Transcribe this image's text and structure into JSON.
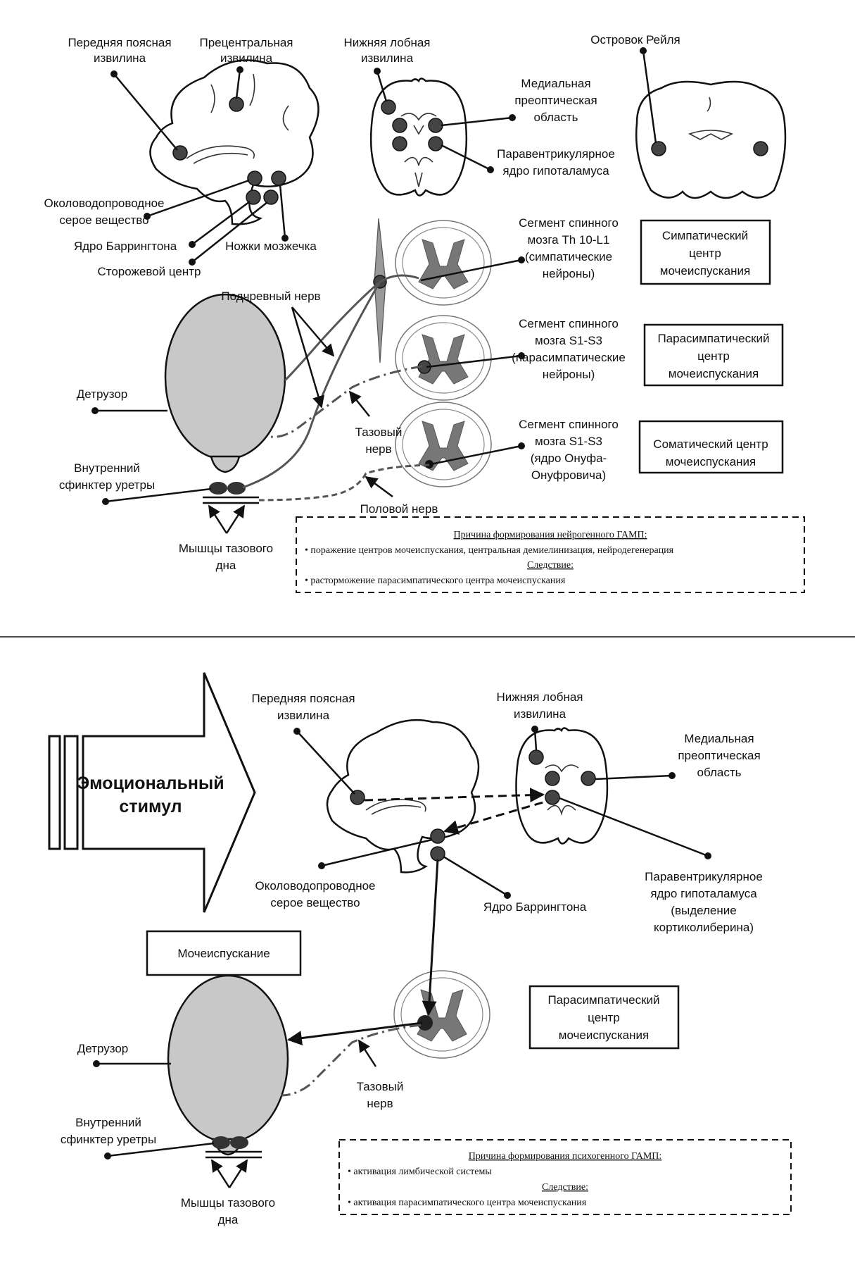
{
  "top": {
    "labels": {
      "anterior_cingulate": [
        "Передняя поясная",
        "извилина"
      ],
      "precentral": [
        "Прецентральная",
        "извилина"
      ],
      "inferior_frontal": [
        "Нижняя лобная",
        "извилина"
      ],
      "insula": "Островок Рейля",
      "medial_preoptic": [
        "Медиальная",
        "преоптическая",
        "область"
      ],
      "paraventricular": [
        "Паравентрикулярное",
        "ядро гипоталамуса"
      ],
      "periaqueductal": [
        "Околоводопроводное",
        "серое вещество"
      ],
      "barrington": "Ядро Баррингтона",
      "cerebellar_peduncles": "Ножки мозжечка",
      "guard_center": "Сторожевой центр",
      "hypogastric_nerve": "Подчревный нерв",
      "detrusor": "Детрузор",
      "internal_sphincter": [
        "Внутренний",
        "сфинктер уретры"
      ],
      "pelvic_floor": [
        "Мышцы тазового",
        "дна"
      ],
      "pelvic_nerve": [
        "Тазовый",
        "нерв"
      ],
      "pudendal_nerve": "Половой нерв",
      "segment_th": [
        "Сегмент спинного",
        "мозга Th 10-L1",
        "(симпатические",
        "нейроны)"
      ],
      "segment_s_para": [
        "Сегмент спинного",
        "мозга S1-S3",
        "(парасимпатические",
        "нейроны)"
      ],
      "segment_s_onuf": [
        "Сегмент спинного",
        "мозга S1-S3",
        "(ядро Онуфа-",
        "Онуфровича)"
      ]
    },
    "boxes": {
      "sympathetic": [
        "Симпатический",
        "центр",
        "мочеиспускания"
      ],
      "parasympathetic": [
        "Парасимпатический",
        "центр",
        "мочеиспускания"
      ],
      "somatic": [
        "Соматический центр",
        "мочеиспускания"
      ]
    },
    "note": {
      "cause_title": "Причина формирования нейрогенного ГАМП:",
      "cause_item": "• поражение центров мочеиспускания, центральная демиелинизация, нейродегенерация",
      "effect_title": "Следствие:",
      "effect_item": "• расторможение парасимпатического центра мочеиспускания"
    }
  },
  "bottom": {
    "arrow_text": [
      "Эмоциональный",
      "стимул"
    ],
    "labels": {
      "anterior_cingulate": [
        "Передняя поясная",
        "извилина"
      ],
      "inferior_frontal": [
        "Нижняя лобная",
        "извилина"
      ],
      "medial_preoptic": [
        "Медиальная",
        "преоптическая",
        "область"
      ],
      "periaqueductal": [
        "Околоводопроводное",
        "серое вещество"
      ],
      "barrington": "Ядро Баррингтона",
      "paraventricular": [
        "Паравентрикулярное",
        "ядро гипоталамуса",
        "(выделение",
        "кортиколиберина)"
      ],
      "detrusor": "Детрузор",
      "internal_sphincter": [
        "Внутренний",
        "сфинктер уретры"
      ],
      "pelvic_floor": [
        "Мышцы тазового",
        "дна"
      ],
      "pelvic_nerve": [
        "Тазовый",
        "нерв"
      ]
    },
    "boxes": {
      "urination": "Мочеиспускание",
      "parasympathetic": [
        "Парасимпатический",
        "центр",
        "мочеиспускания"
      ]
    },
    "note": {
      "cause_title": "Причина формирования психогенного ГАМП:",
      "cause_item": "• активация лимбической системы",
      "effect_title": "Следствие:",
      "effect_item": "• активация парасимпатического центра мочеиспускания"
    }
  }
}
